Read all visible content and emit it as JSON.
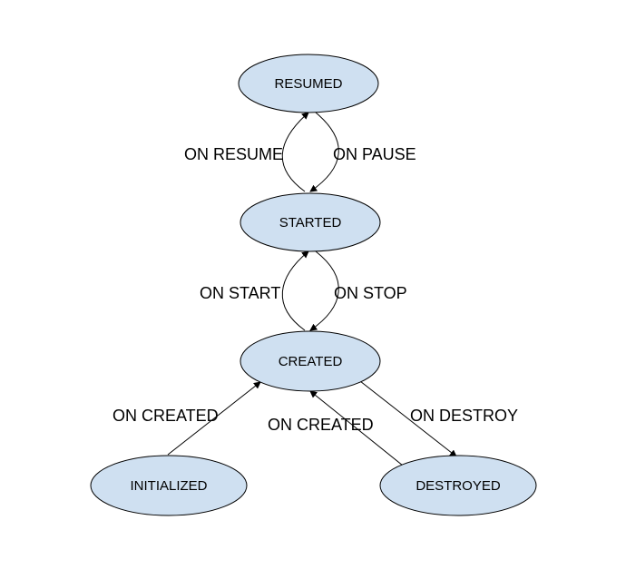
{
  "diagram": {
    "colors": {
      "state_fill": "#cfe0f1",
      "stroke": "#000000",
      "background": "#ffffff"
    },
    "states": {
      "resumed": "RESUMED",
      "started": "STARTED",
      "created": "CREATED",
      "initialized": "INITIALIZED",
      "destroyed": "DESTROYED"
    },
    "transitions": {
      "on_resume": "ON RESUME",
      "on_pause": "ON PAUSE",
      "on_start": "ON START",
      "on_stop": "ON STOP",
      "on_created_initialized": "ON CREATED",
      "on_created_destroyed": "ON CREATED",
      "on_destroy": "ON DESTROY"
    }
  }
}
